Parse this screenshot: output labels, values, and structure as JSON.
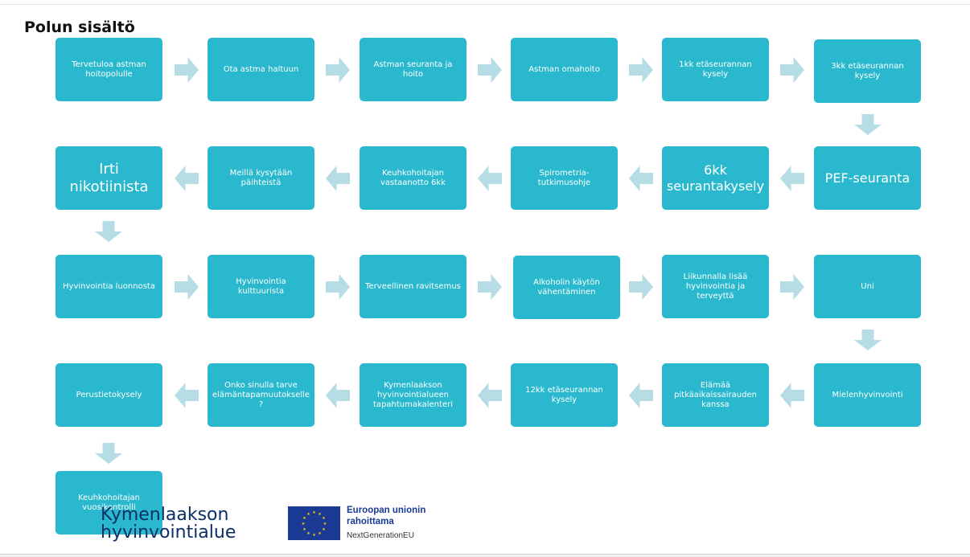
{
  "title": "Polun sisältö",
  "steps": [
    "Tervetuloa astman hoitopolulle",
    "Ota astma haltuun",
    "Astman seuranta ja hoito",
    "Astman omahoito",
    "1kk etäseurannan kysely",
    "3kk etäseurannan kysely",
    "PEF-seuranta",
    "6kk seurantakysely",
    "Spirometria-tutkimusohje",
    "Keuhkohoitajan vastaanotto 6kk",
    "Meillä kysytään päihteistä",
    "Irti nikotiinista",
    "Hyvinvointia luonnosta",
    "Hyvinvointia kulttuurista",
    "Terveellinen ravitsemus",
    "Alkoholin käytön vähentäminen",
    "Liikunnalla lisää hyvinvointia ja terveyttä",
    "Uni",
    "Mielenhyvinvointi",
    "Elämää pitkäaikaissairauden kanssa",
    "12kk etäseurannan kysely",
    "Kymenlaakson hyvinvointialueen tapahtumakalenteri",
    "Onko sinulla tarve elämäntapamuutokselle ?",
    "Perustietokysely",
    "Keuhkohoitajan vuosikontrolli"
  ],
  "logo": {
    "line1": "Kymenlaakson",
    "line2": "hyvinvointialue"
  },
  "eu": {
    "line1": "Euroopan unionin",
    "line2": "rahoittama",
    "line3": "NextGenerationEU"
  },
  "colors": {
    "step": "#29b8cd",
    "arrow": "#b6dde6",
    "logo": "#0a2f66",
    "eu_flag": "#1a3a94",
    "eu_star": "#ffd400"
  }
}
